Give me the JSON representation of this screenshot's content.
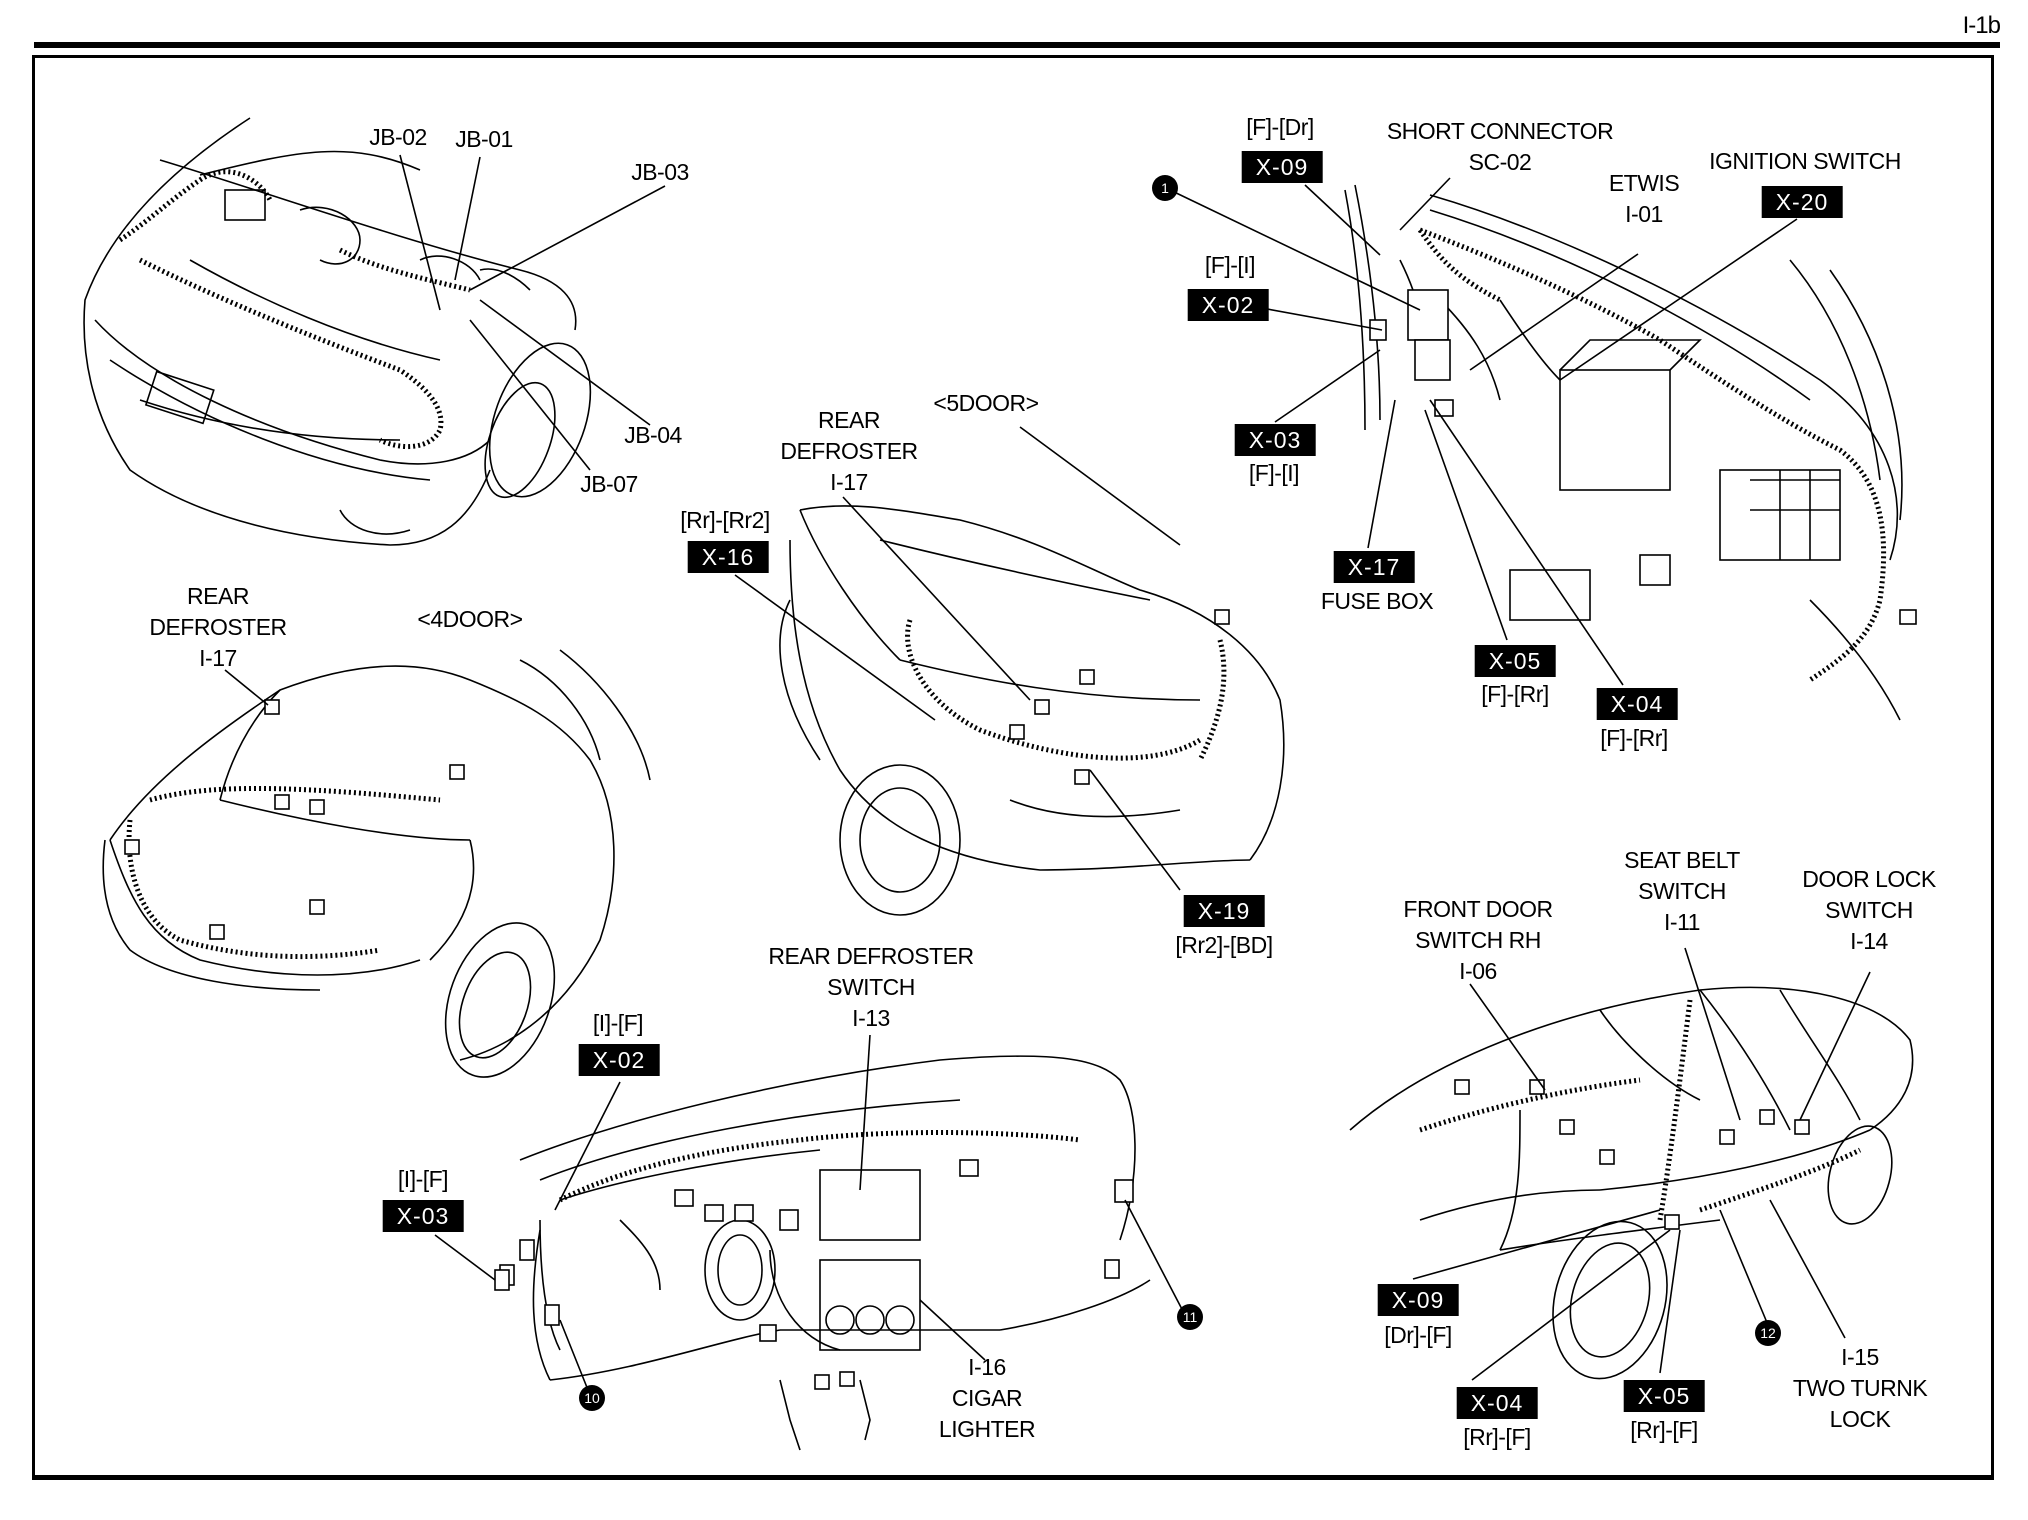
{
  "page": {
    "id": "I-1b"
  },
  "engine_bay": {
    "labels": [
      "JB-02",
      "JB-01",
      "JB-03",
      "JB-04",
      "JB-07"
    ]
  },
  "four_door": {
    "view_label": "<4DOOR>",
    "rear_defroster": {
      "line1": "REAR",
      "line2": "DEFROSTER",
      "code": "I-17"
    }
  },
  "five_door": {
    "view_label": "<5DOOR>",
    "rear_defroster": {
      "line1": "REAR",
      "line2": "DEFROSTER",
      "code": "I-17"
    },
    "x16": {
      "code": "X-16",
      "route": "[Rr]-[Rr2]"
    },
    "x19": {
      "code": "X-19",
      "route": "[Rr2]-[BD]"
    }
  },
  "interior": {
    "x09": {
      "code": "X-09",
      "route": "[F]-[Dr]"
    },
    "short_connector": {
      "line1": "SHORT CONNECTOR",
      "code": "SC-02"
    },
    "etwis": {
      "line1": "ETWIS",
      "code": "I-01"
    },
    "ignition_switch": {
      "line1": "IGNITION SWITCH",
      "code": "X-20"
    },
    "x02": {
      "code": "X-02",
      "route": "[F]-[I]"
    },
    "x03": {
      "code": "X-03",
      "route": "[F]-[I]"
    },
    "x17": {
      "code": "X-17",
      "name": "FUSE BOX"
    },
    "x05": {
      "code": "X-05",
      "route": "[F]-[Rr]"
    },
    "x04": {
      "code": "X-04",
      "route": "[F]-[Rr]"
    },
    "ground_marker": "1"
  },
  "dashboard": {
    "rear_defroster_switch": {
      "line1": "REAR DEFROSTER",
      "line2": "SWITCH",
      "code": "I-13"
    },
    "x02": {
      "code": "X-02",
      "route": "[I]-[F]"
    },
    "x03": {
      "code": "X-03",
      "route": "[I]-[F]"
    },
    "cigar_lighter": {
      "code": "I-16",
      "line1": "CIGAR",
      "line2": "LIGHTER"
    },
    "ground_markers": [
      "10",
      "11"
    ]
  },
  "body_side": {
    "front_door_switch": {
      "line1": "FRONT DOOR",
      "line2": "SWITCH RH",
      "code": "I-06"
    },
    "seat_belt_switch": {
      "line1": "SEAT BELT",
      "line2": "SWITCH",
      "code": "I-11"
    },
    "door_lock_switch": {
      "line1": "DOOR LOCK",
      "line2": "SWITCH",
      "code": "I-14"
    },
    "x09": {
      "code": "X-09",
      "route": "[Dr]-[F]"
    },
    "x04": {
      "code": "X-04",
      "route": "[Rr]-[F]"
    },
    "x05": {
      "code": "X-05",
      "route": "[Rr]-[F]"
    },
    "two_turn_lock": {
      "code": "I-15",
      "line1": "TWO TURNK",
      "line2": "LOCK"
    },
    "ground_marker": "12"
  }
}
